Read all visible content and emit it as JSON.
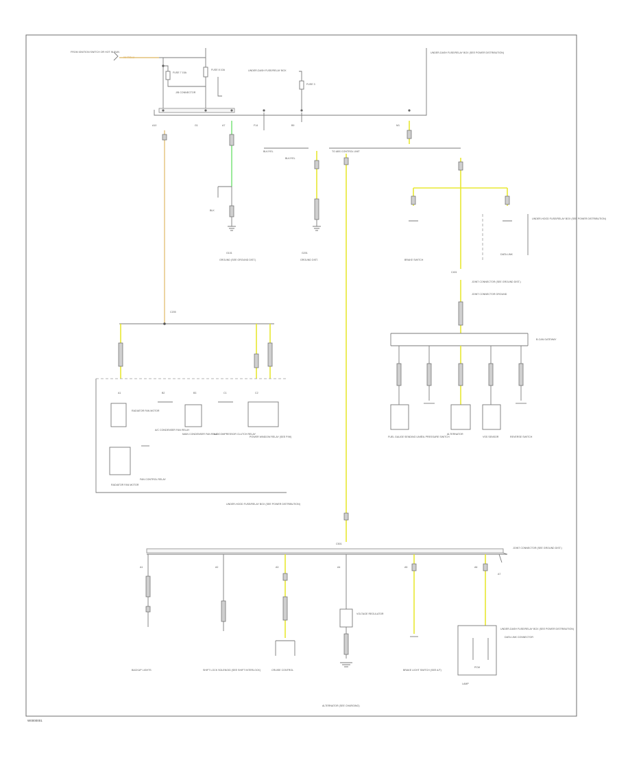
{
  "page": {
    "code": "W0000001"
  },
  "colors": {
    "yellow": "#e8e830",
    "orange": "#e3c27a",
    "green": "#6fe06f",
    "line": "#7a7a7a"
  },
  "top": {
    "source": "FROM IGNITION SWITCH OR HOT IN RUN",
    "source_wire": "WHT/BLU",
    "fuse_a": "FUSE 7 15A",
    "fuse_b": "FUSE 8 10A",
    "center_note": "UNDER-DASH FUSE/RELAY BOX",
    "fuse_c": "FUSE 3",
    "right_box": "UNDER-DASH FUSE/RELAY BOX (SEE POWER DISTRIBUTION)",
    "pins": [
      "A10",
      "G1",
      "A7",
      "F14",
      "B9",
      "M1"
    ],
    "connector_note": "J/B CONNECTOR"
  },
  "row2": {
    "left_label": "TO ABS CONTROL UNIT",
    "mid_label": "BLK/YEL",
    "g1": "G101",
    "g1_caption": "GROUND (SEE GROUND DIST.)",
    "g2": "G201",
    "g2_caption": "GROUND DIST.",
    "wire_a": "BLK",
    "wire_b": "BLK/YEL",
    "right_a": "BRAKE SWITCH",
    "right_b": "DATA LINK",
    "right_note": "UNDER-HOOD FUSE/RELAY BOX (SEE POWER DISTRIBUTION)",
    "split_label": "JOINT CONNECTOR (SEE GROUND DIST.)"
  },
  "left_block": {
    "splice": "C205",
    "outline_caption": "UNDER-HOOD FUSE/RELAY BOX (SEE POWER DISTRIBUTION)",
    "items": [
      {
        "pin": "A1",
        "label": "RADIATOR FAN MOTOR"
      },
      {
        "pin": "B2",
        "label": "A/C CONDENSER FAN RELAY"
      },
      {
        "pin": "B3",
        "label": "MAIN CONDENSER FAN RELAY"
      },
      {
        "pin": "C1",
        "label": "A/C COMPRESSOR CLUTCH RELAY"
      },
      {
        "pin": "C2",
        "label": "POWER WINDOW RELAY (SEE P/W)"
      }
    ],
    "motor_label": "RADIATOR FAN MOTOR",
    "relay_label": "FAN CONTROL RELAY"
  },
  "right_block": {
    "header": "JOINT CONNECTOR GROUND",
    "splice": "C401",
    "bus_note": "B-CAN GATEWAY",
    "items": [
      {
        "label": "FUEL GAUGE SENDING UNIT"
      },
      {
        "label": "OIL PRESSURE SWITCH"
      },
      {
        "label": "ALTERNATOR"
      },
      {
        "label": "VSS SENSOR"
      },
      {
        "label": "REVERSE SWITCH"
      }
    ]
  },
  "bottom": {
    "splice": "C501",
    "bus_note": "JOINT CONNECTOR (SEE GROUND DIST.)",
    "pins": [
      "A1",
      "A2",
      "A3",
      "A4",
      "A5",
      "A6",
      "A7"
    ],
    "items": [
      {
        "label": "BACKUP LIGHTS"
      },
      {
        "label": "SHIFT LOCK SOLENOID (SEE SHIFT INTERLOCK)"
      },
      {
        "label": "CRUISE CONTROL"
      },
      {
        "label": "ALTERNATOR"
      },
      {
        "label": "BRAKE LIGHT SWITCH (SEE A/T)"
      },
      {
        "label": "DATA LINK CONNECTOR"
      }
    ],
    "alt_label": "ALTERNATOR (SEE CHARGING)",
    "alt_note": "VOLTAGE REGULATOR",
    "right_box_label": "UNDER-DASH FUSE/RELAY BOX (SEE POWER DISTRIBUTION)",
    "right_box_inner": "PCM",
    "lamp_label": "LAMP"
  }
}
